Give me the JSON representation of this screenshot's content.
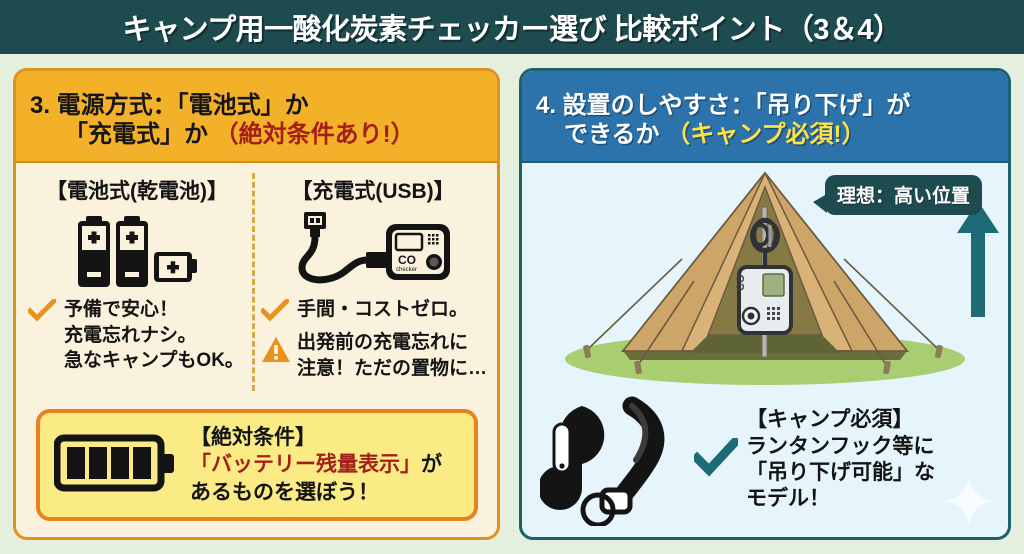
{
  "header": {
    "title": "キャンプ用一酸化炭素チェッカー選び 比較ポイント（3＆4）"
  },
  "colors": {
    "page_bg": "#e4efdd",
    "header_bg": "#1d4b4f",
    "left_header_bg": "#f3b129",
    "left_body_bg": "#faf2dd",
    "left_border": "#e0921e",
    "right_header_bg": "#2c72ab",
    "right_body_bg": "#e6f5fb",
    "right_border": "#1d5f6b",
    "accent_red": "#a41e18",
    "accent_yellow": "#fbe14a",
    "note_bg": "#fbeb85",
    "note_border": "#e8821f",
    "check_orange": "#e8921f",
    "check_teal": "#1d6b74",
    "warning_orange": "#e8921f"
  },
  "left_panel": {
    "head_line1": "3. 電源方式：「電池式」か",
    "head_line2_plain": "「充電式」か ",
    "head_line2_accent": "（絶対条件あり!）",
    "columns": [
      {
        "title": "【電池式(乾電池)】",
        "icon": "battery-cells-icon",
        "bullets": [
          {
            "mark": "check-icon",
            "mark_color": "#e8921f",
            "lines": [
              "予備で安心！",
              "充電忘れナシ。",
              "急なキャンプもOK。"
            ]
          }
        ]
      },
      {
        "title": "【充電式(USB)】",
        "icon": "usb-cable-co-checker-icon",
        "device_label_main": "CO",
        "device_label_sub": "checker",
        "bullets": [
          {
            "mark": "check-icon",
            "mark_color": "#e8921f",
            "lines": [
              "手間・コストゼロ。"
            ]
          },
          {
            "mark": "warning-triangle-icon",
            "mark_color": "#e8921f",
            "lines": [
              "出発前の充電忘れに",
              "注意！ただの置物に…"
            ]
          }
        ]
      }
    ],
    "note": {
      "icon": "battery-full-icon",
      "battery_bars": 4,
      "line1": "【絶対条件】",
      "line2_accent": "「バッテリー残量表示」",
      "line2_tail": "が",
      "line3": "あるものを選ぼう！"
    }
  },
  "right_panel": {
    "head_line1": "4. 設置のしやすさ：「吊り下げ」が",
    "head_line2_plain": "できるか ",
    "head_line2_accent": "（キャンプ必須!）",
    "illustration": "tent-with-hanging-co-checker",
    "callout": "理想：高い位置",
    "arrow": "up-arrow-icon",
    "bottom": {
      "icons": [
        "carabiner-icon",
        "strap-loop-icon"
      ],
      "mark": "check-icon",
      "mark_color": "#1d6b74",
      "lines": [
        "【キャンプ必須】",
        "ランタンフック等に",
        "「吊り下げ可能」な",
        "モデル！"
      ]
    },
    "decoration": "sparkle-icon"
  }
}
